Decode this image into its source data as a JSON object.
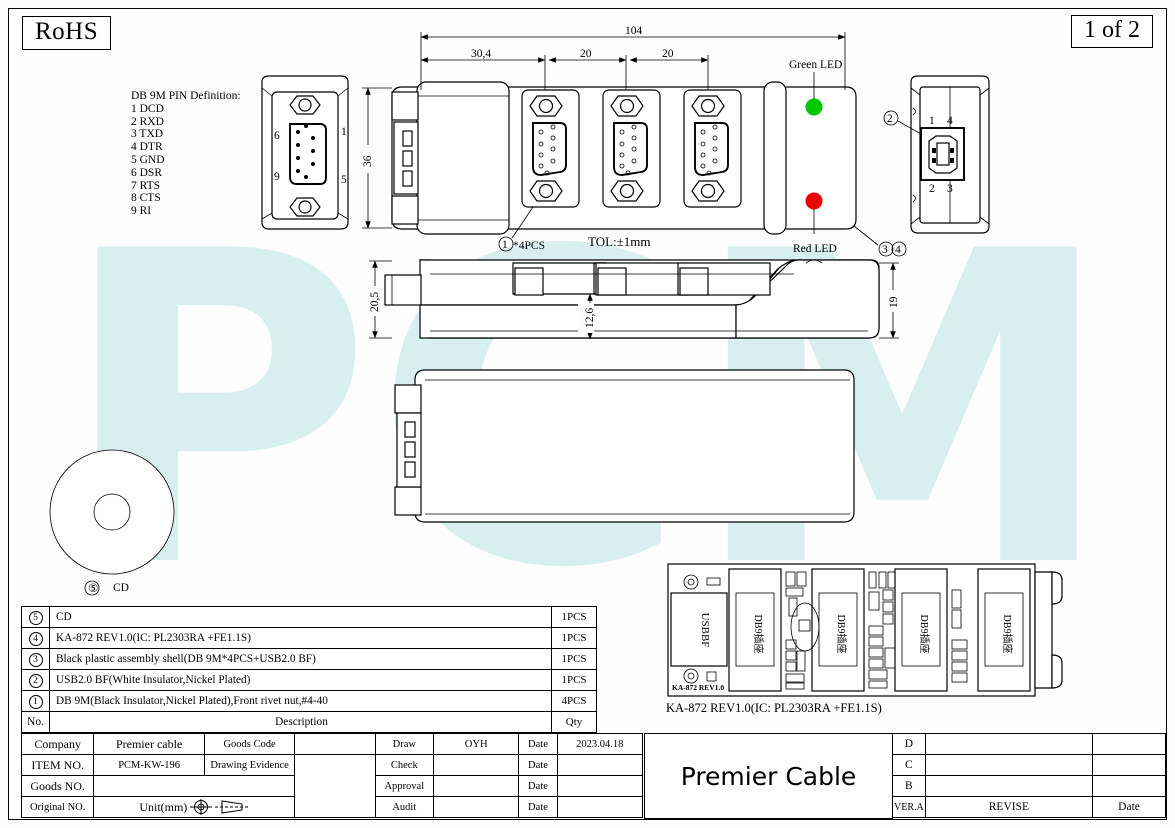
{
  "sheet": {
    "rohs_label": "RoHS",
    "page_label": "1 of 2",
    "tolerance_note": "TOL:±1mm"
  },
  "pin_definition": {
    "heading": "DB 9M PIN Definition:",
    "pins": [
      "1 DCD",
      "2 RXD",
      "3 TXD",
      "4 DTR",
      "5 GND",
      "6 DSR",
      "7 RTS",
      "8 CTS",
      "9 RI"
    ]
  },
  "views": {
    "front": {
      "dimensions": {
        "overall_length": "104",
        "first_segment": "30,4",
        "second_segment": "20",
        "third_segment": "20",
        "height": "36"
      },
      "leds": [
        {
          "name": "Green LED",
          "color": "#00c800"
        },
        {
          "name": "Red LED",
          "color": "#ee0000"
        }
      ],
      "callouts": [
        {
          "text": "①*4PCS"
        },
        {
          "text": "③④"
        },
        {
          "text": "②"
        }
      ]
    },
    "side": {
      "dimensions": {
        "left_height": "20,5",
        "center_height": "12,6",
        "right_height": "19"
      }
    },
    "usb_end": {
      "pin_top_left": "1",
      "pin_top_right": "4",
      "pin_bottom_left": "2",
      "pin_bottom_right": "3",
      "callout": "②"
    },
    "db9_end": {
      "pin_top_left": "6",
      "pin_bottom_left": "9",
      "pin_top_right": "1",
      "pin_bottom_right": "5",
      "height_dim": "36"
    },
    "cd": {
      "callout": "⑤",
      "label": "CD"
    },
    "pcb": {
      "caption": "KA-872 REV1.0(IC: PL2303RA +FE1.1S)",
      "usb_block_label": "USBBF",
      "silkscreen": "KA-872 REV1.0",
      "db9_block_label": "DB9插座",
      "db9_block_count": 4
    }
  },
  "bom": {
    "header": {
      "no": "No.",
      "description": "Description",
      "qty": "Qty"
    },
    "rows": [
      {
        "no": "5",
        "description": "CD",
        "qty": "1PCS"
      },
      {
        "no": "4",
        "description": "KA-872 REV1.0(IC: PL2303RA +FE1.1S)",
        "qty": "1PCS"
      },
      {
        "no": "3",
        "description": "Black plastic assembly shell(DB 9M*4PCS+USB2.0 BF)",
        "qty": "1PCS"
      },
      {
        "no": "2",
        "description": "USB2.0 BF(White Insulator,Nickel Plated)",
        "qty": "1PCS"
      },
      {
        "no": "1",
        "description": "DB 9M(Black Insulator,Nickel Plated),Front rivet nut,#4-40",
        "qty": "4PCS"
      }
    ]
  },
  "title_block": {
    "company_label": "Company",
    "company_value": "Premier cable",
    "goods_code_label": "Goods Code",
    "goods_code_value": "",
    "item_no_label": "ITEM NO.",
    "item_no_value": "PCM-KW-196",
    "drawing_evidence_label": "Drawing Evidence",
    "drawing_evidence_value": "",
    "goods_no_label": "Goods NO.",
    "goods_no_value": "",
    "original_no_label": "Original NO.",
    "original_no_value": "",
    "unit_label": "Unit(mm)",
    "draw_label": "Draw",
    "draw_value": "OYH",
    "draw_date_label": "Date",
    "draw_date_value": "2023.04.18",
    "check_label": "Check",
    "check_value": "",
    "check_date_label": "Date",
    "check_date_value": "",
    "approval_label": "Approval",
    "approval_value": "",
    "approval_date_label": "Date",
    "approval_date_value": "",
    "audit_label": "Audit",
    "audit_value": "",
    "audit_date_label": "Date",
    "audit_date_value": "",
    "brand": "Premier Cable"
  },
  "revision_block": {
    "rows": [
      {
        "ver": "D",
        "revise": "",
        "date": ""
      },
      {
        "ver": "C",
        "revise": "",
        "date": ""
      },
      {
        "ver": "B",
        "revise": "",
        "date": ""
      }
    ],
    "footer": {
      "ver": "VER.A",
      "revise": "REVISE",
      "date": "Date"
    }
  },
  "watermark": {
    "text": "PCM",
    "color": "#d8eff0"
  }
}
